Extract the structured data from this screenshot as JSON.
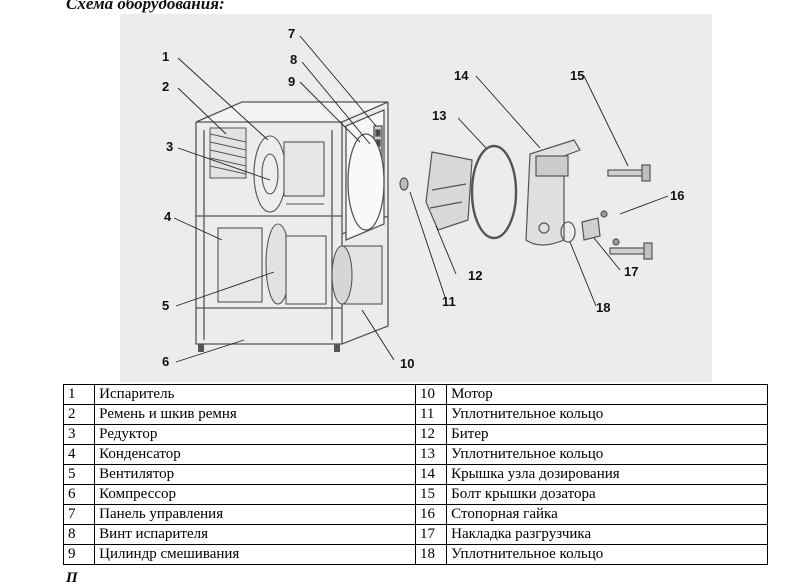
{
  "heading": "Схема оборудования:",
  "callouts": [
    "1",
    "2",
    "3",
    "4",
    "5",
    "6",
    "7",
    "8",
    "9",
    "10",
    "11",
    "12",
    "13",
    "14",
    "15",
    "16",
    "17",
    "18"
  ],
  "legend": [
    {
      "left_num": "1",
      "left_text": "Испаритель",
      "right_num": "10",
      "right_text": "Мотор"
    },
    {
      "left_num": "2",
      "left_text": "Ремень и шкив ремня",
      "right_num": "11",
      "right_text": "Уплотнительное кольцо"
    },
    {
      "left_num": "3",
      "left_text": "Редуктор",
      "right_num": "12",
      "right_text": "Битер"
    },
    {
      "left_num": "4",
      "left_text": "Конденсатор",
      "right_num": "13",
      "right_text": "Уплотнительное кольцо"
    },
    {
      "left_num": "5",
      "left_text": "Вентилятор",
      "right_num": "14",
      "right_text": "Крышка узла дозирования"
    },
    {
      "left_num": "6",
      "left_text": "Компрессор",
      "right_num": "15",
      "right_text": "Болт крышки дозатора"
    },
    {
      "left_num": "7",
      "left_text": "Панель управления",
      "right_num": "16",
      "right_text": "Стопорная гайка"
    },
    {
      "left_num": "8",
      "left_text": "Винт испарителя",
      "right_num": "17",
      "right_text": "Накладка разгрузчика"
    },
    {
      "left_num": "9",
      "left_text": "Цилиндр смешивания",
      "right_num": "18",
      "right_text": "Уплотнительное кольцо"
    }
  ],
  "footer_fragment": "П"
}
